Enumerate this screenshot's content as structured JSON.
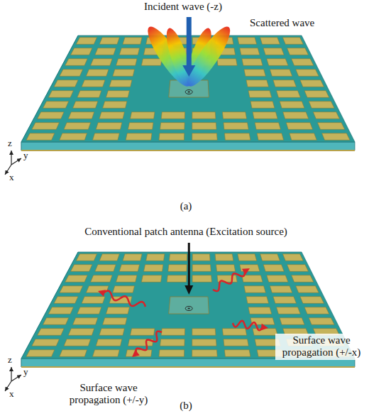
{
  "diagram": {
    "labels": [
      "Incident wave (-z)",
      "Scattered wave",
      "(a)",
      "Conventional patch antenna (Excitation source)",
      "Surface wave propagation (+/-y)",
      "Surface wave propagation (+/-x)",
      "(b)",
      "z",
      "y",
      "x",
      "z",
      "y",
      "x"
    ]
  }
}
